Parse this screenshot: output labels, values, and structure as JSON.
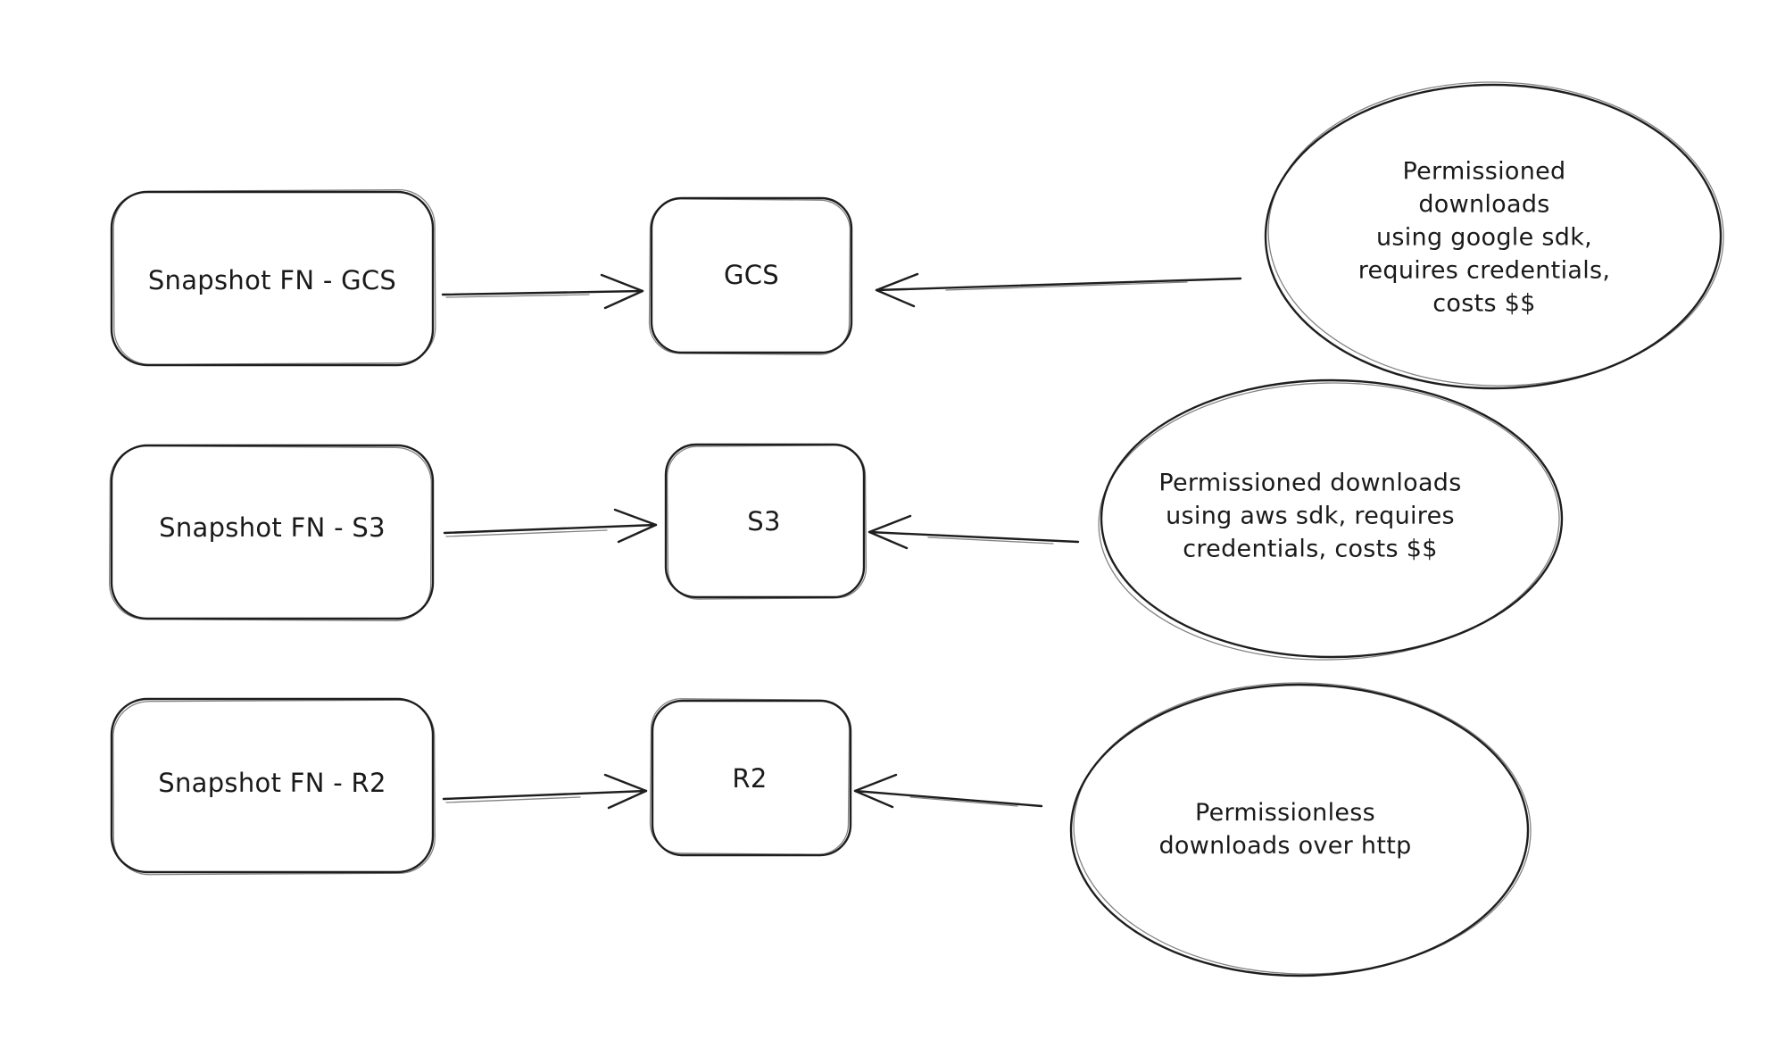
{
  "diagram_title": "Snapshot download paths diagram",
  "colors": {
    "background": "#ffffff",
    "stroke": "#1e1e1e",
    "text": "#1a1a1a"
  },
  "nodes": {
    "snapshot_gcs": {
      "label": "Snapshot FN - GCS",
      "shape": "rounded-rectangle"
    },
    "snapshot_s3": {
      "label": "Snapshot FN - S3",
      "shape": "rounded-rectangle"
    },
    "snapshot_r2": {
      "label": "Snapshot FN - R2",
      "shape": "rounded-rectangle"
    },
    "gcs": {
      "label": "GCS",
      "shape": "rounded-rectangle"
    },
    "s3": {
      "label": "S3",
      "shape": "rounded-rectangle"
    },
    "r2": {
      "label": "R2",
      "shape": "rounded-rectangle"
    },
    "gcs_note": {
      "label": "Permissioned downloads\nusing google sdk,\nrequires credentials,\ncosts $$",
      "shape": "ellipse"
    },
    "s3_note": {
      "label": "Permissioned downloads\nusing aws sdk, requires\ncredentials, costs $$",
      "shape": "ellipse"
    },
    "r2_note": {
      "label": "Permissionless\ndownloads over http",
      "shape": "ellipse"
    }
  },
  "edges": [
    {
      "from": "snapshot_gcs",
      "to": "gcs",
      "arrow": "to"
    },
    {
      "from": "gcs_note",
      "to": "gcs",
      "arrow": "to"
    },
    {
      "from": "snapshot_s3",
      "to": "s3",
      "arrow": "to"
    },
    {
      "from": "s3_note",
      "to": "s3",
      "arrow": "to"
    },
    {
      "from": "snapshot_r2",
      "to": "r2",
      "arrow": "to"
    },
    {
      "from": "r2_note",
      "to": "r2",
      "arrow": "to"
    }
  ]
}
